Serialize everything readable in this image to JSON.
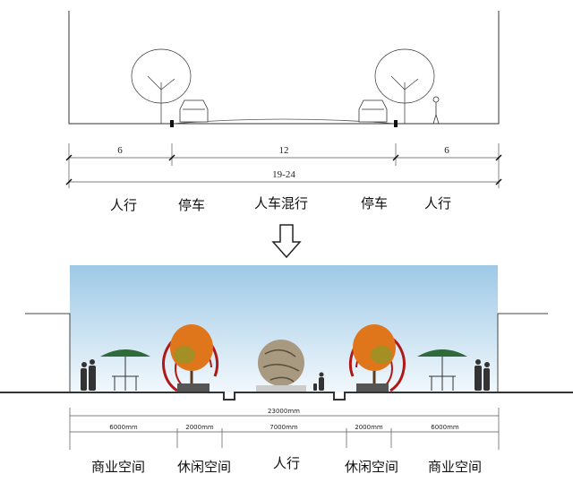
{
  "top_section": {
    "dimensions": [
      "6",
      "12",
      "6"
    ],
    "total": "19-24",
    "zones": [
      "人行",
      "停车",
      "人车混行",
      "停车",
      "人行"
    ]
  },
  "arrow": {
    "icon": "down-arrow-icon"
  },
  "bottom_section": {
    "total": "23000mm",
    "dimensions": [
      "6000mm",
      "2000mm",
      "7000mm",
      "2000mm",
      "6000mm"
    ],
    "zones": [
      "商业空间",
      "休闲空间",
      "人行",
      "休闲空间",
      "商业空间"
    ],
    "colors": {
      "sky_top": "#9ec9e6",
      "sky_bottom": "#eef6fb",
      "umbrella": "#2f6b3a",
      "arch": "#b01818",
      "tree_foliage": "#e0761c"
    }
  }
}
